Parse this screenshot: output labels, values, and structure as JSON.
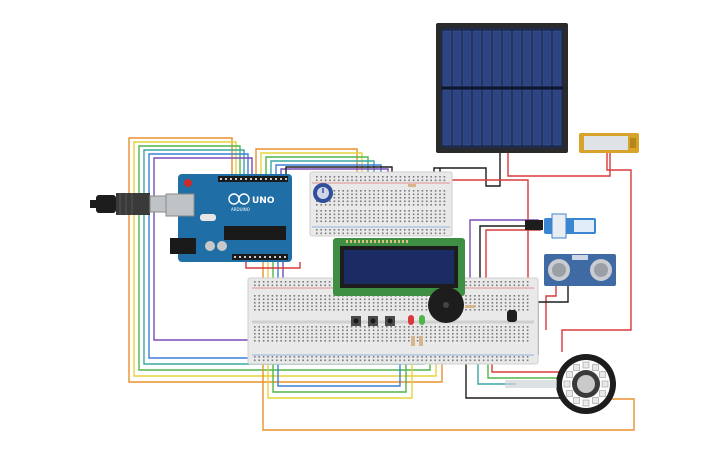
{
  "colors": {
    "background": "#ffffff",
    "arduino_board": "#1f6fa6",
    "breadboard": "#e9e9e9",
    "solar_panel": "#1d2b4f",
    "lcd_frame": "#3e8f43",
    "lcd_screen": "#1b2b63",
    "battery": "#d7a32a",
    "ultrasonic": "#3f6aa3",
    "wire_orange": "#e8922f",
    "wire_yellow": "#e6d33a",
    "wire_green": "#52b54b",
    "wire_blue": "#3b7fd9",
    "wire_purple": "#7a4bb8",
    "wire_red": "#d83a3a",
    "wire_black": "#1d1d1d",
    "wire_teal": "#3aa7a3"
  },
  "arduino": {
    "logo_text": "UNO",
    "model_text": "ARDUINO",
    "icon": "arduino-infinity-icon"
  },
  "components": [
    "usb-cable",
    "arduino-uno",
    "upper-breadboard",
    "main-breadboard",
    "solar-panel",
    "battery",
    "lcd-display",
    "potentiometer",
    "servo-motor",
    "ultrasonic-sensor",
    "piezo-buzzer",
    "push-buttons",
    "leds",
    "temperature-sensor",
    "neopixel-ring"
  ]
}
